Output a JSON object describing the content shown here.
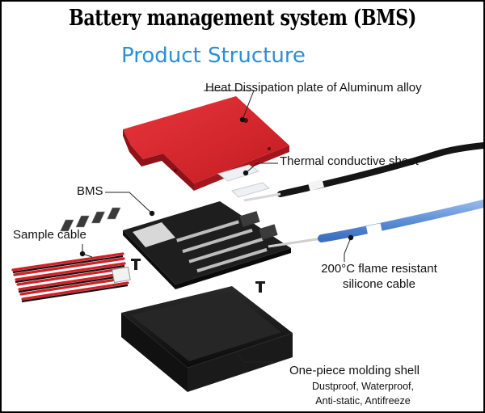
{
  "title": "Battery management system (BMS)",
  "subtitle": "Product Structure",
  "labels": {
    "heat_plate": "Heat Dissipation plate of Aluminum alloy",
    "thermal_sheet": "Thermal conductive sheet",
    "bms": "BMS",
    "sample_cable": "Sample cable",
    "silicone_cable_line1": "200°C flame resistant",
    "silicone_cable_line2": "silicone cable",
    "shell": "One-piece molding shell",
    "shell_features_line1": "Dustproof, Waterproof,",
    "shell_features_line2": "Anti-static, Antifreeze"
  },
  "colors": {
    "title": "#000000",
    "subtitle": "#2b8fd6",
    "plate": "#d9232b",
    "board": "#1f1f1f",
    "shell": "#161616",
    "blue_cable": "#5b8fd6",
    "sample_wire_red": "#d31f26"
  }
}
